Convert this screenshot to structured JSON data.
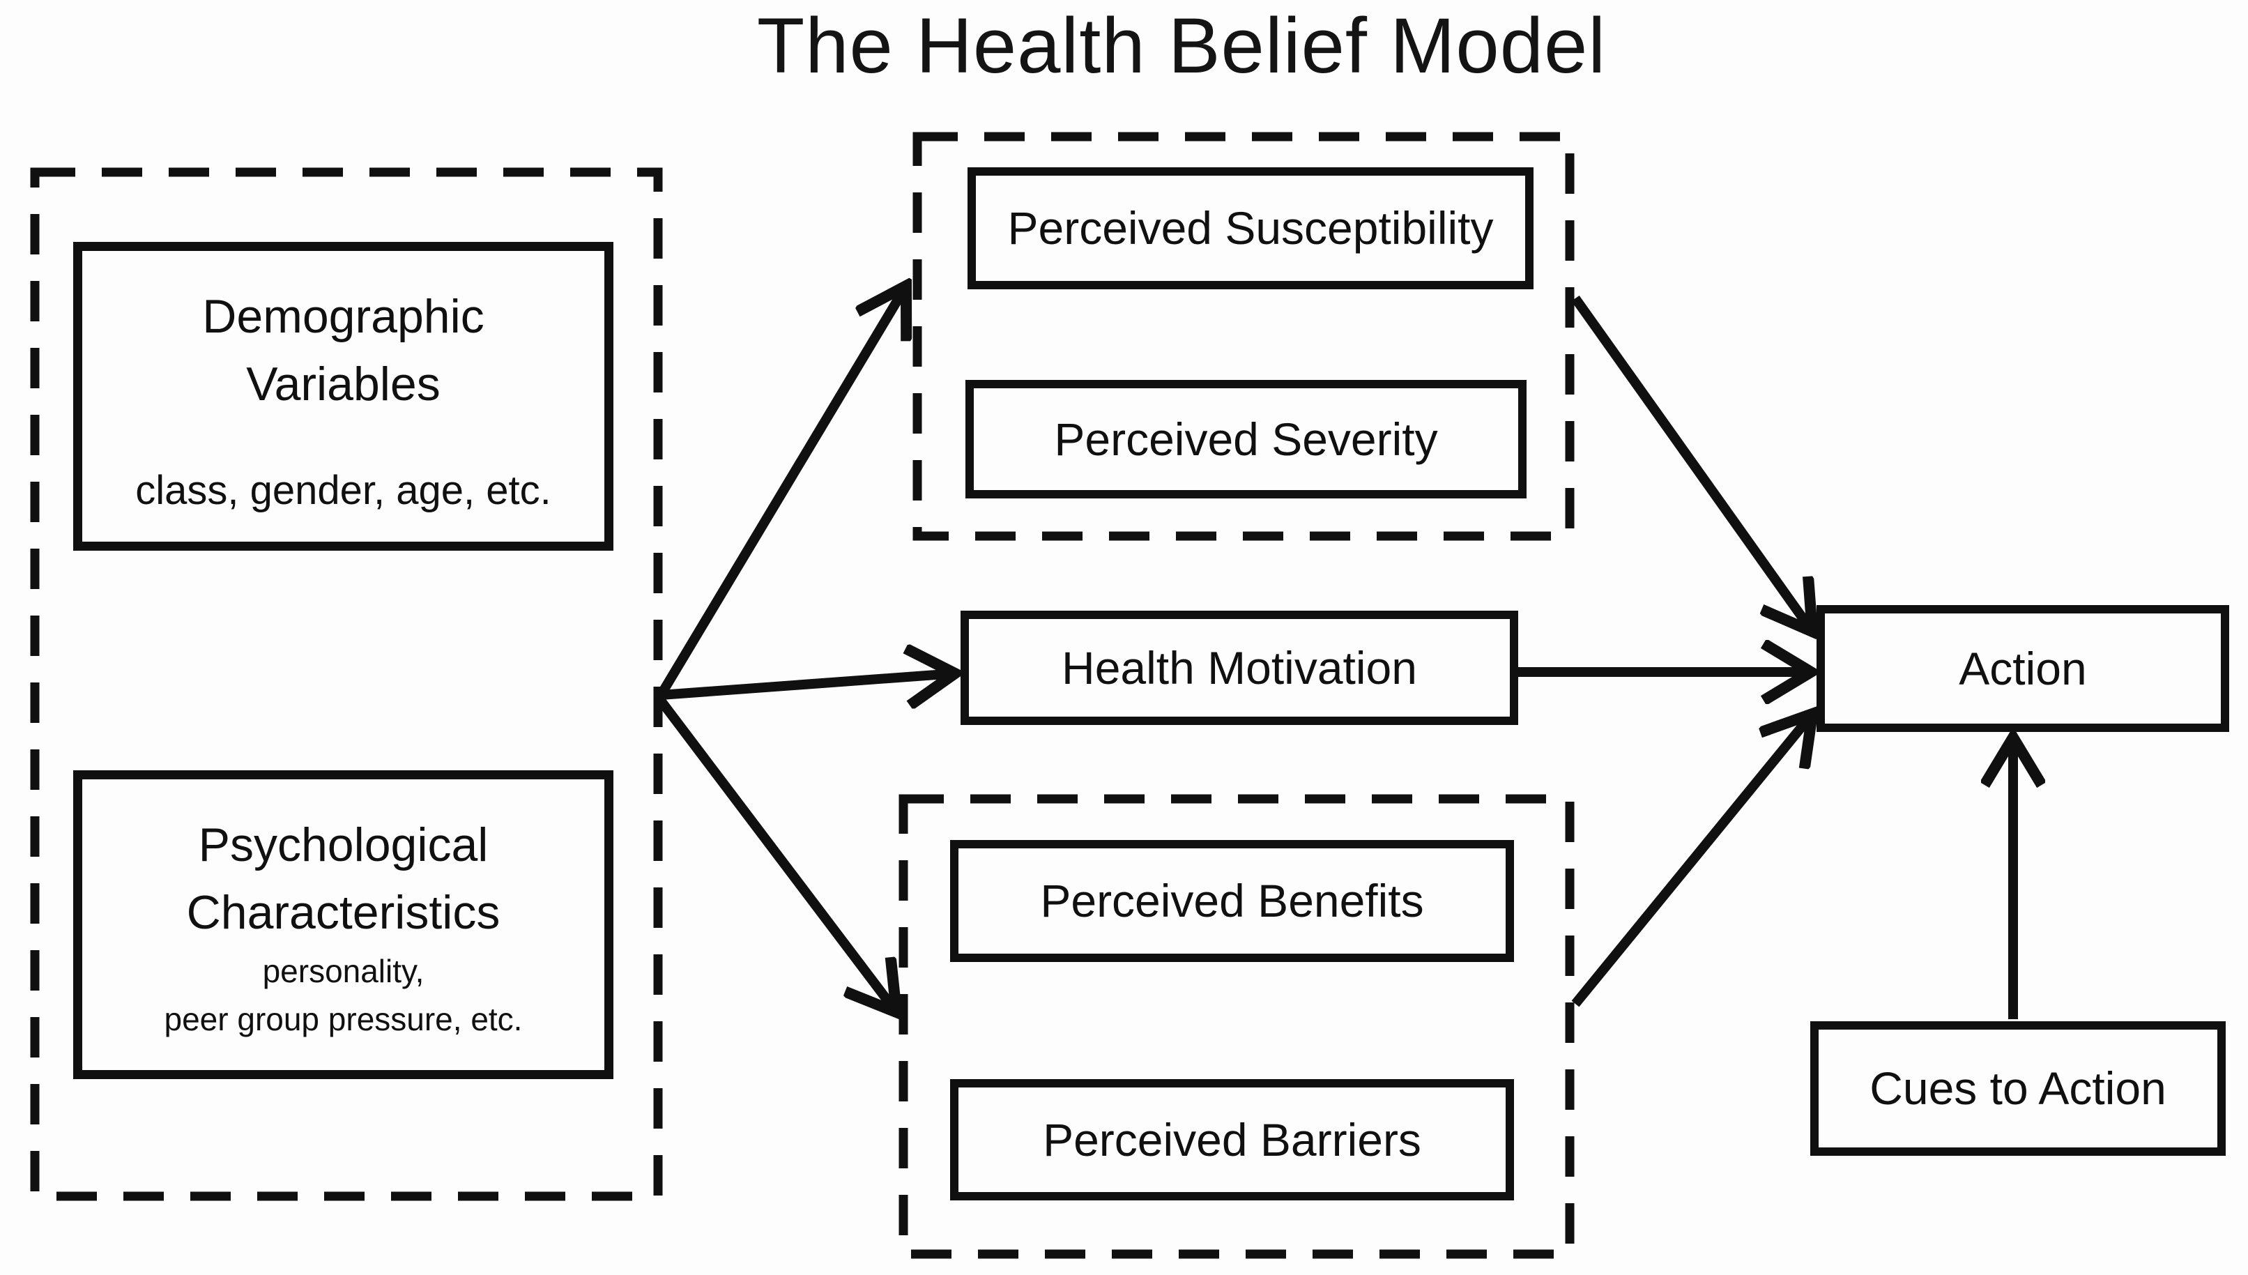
{
  "title": "The Health Belief Model",
  "colors": {
    "ink": "#101010",
    "background": "#fdfdfd"
  },
  "boxes": {
    "demographic": {
      "heading_line1": "Demographic",
      "heading_line2": "Variables",
      "subtext": "class, gender, age, etc."
    },
    "psychological": {
      "heading_line1": "Psychological",
      "heading_line2": "Characteristics",
      "subtext_line1": "personality,",
      "subtext_line2": "peer group pressure, etc."
    },
    "perceived_susceptibility": {
      "label": "Perceived Susceptibility"
    },
    "perceived_severity": {
      "label": "Perceived Severity"
    },
    "health_motivation": {
      "label": "Health Motivation"
    },
    "perceived_benefits": {
      "label": "Perceived Benefits"
    },
    "perceived_barriers": {
      "label": "Perceived Barriers"
    },
    "action": {
      "label": "Action"
    },
    "cues_to_action": {
      "label": "Cues to Action"
    }
  },
  "arrows": [
    {
      "from": "modifying-factors-group",
      "to": "susceptibility-severity-group"
    },
    {
      "from": "modifying-factors-group",
      "to": "health-motivation"
    },
    {
      "from": "modifying-factors-group",
      "to": "benefits-barriers-group"
    },
    {
      "from": "susceptibility-severity-group",
      "to": "action"
    },
    {
      "from": "health-motivation",
      "to": "action"
    },
    {
      "from": "benefits-barriers-group",
      "to": "action"
    },
    {
      "from": "cues-to-action",
      "to": "action"
    }
  ]
}
